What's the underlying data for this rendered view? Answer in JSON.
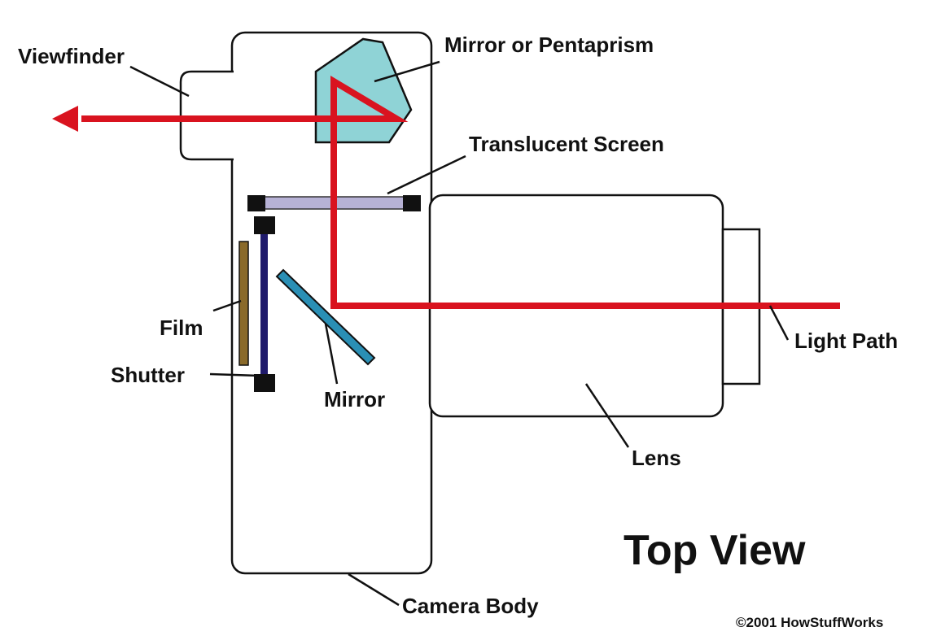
{
  "labels": {
    "viewfinder": "Viewfinder",
    "mirror_or_pentaprism": "Mirror or Pentaprism",
    "translucent_screen": "Translucent Screen",
    "film": "Film",
    "shutter": "Shutter",
    "mirror": "Mirror",
    "lens": "Lens",
    "light_path": "Light Path",
    "camera_body": "Camera Body",
    "top_view": "Top View",
    "copyright": "©2001 HowStuffWorks"
  },
  "colors": {
    "light_path": "#d9131f",
    "pentaprism": "#8fd3d6",
    "translucent_screen": "#b7b2d6",
    "film": "#8a6a2a",
    "shutter": "#1f1a6b",
    "mirror": "#2a8fb5",
    "outline": "#111111"
  }
}
